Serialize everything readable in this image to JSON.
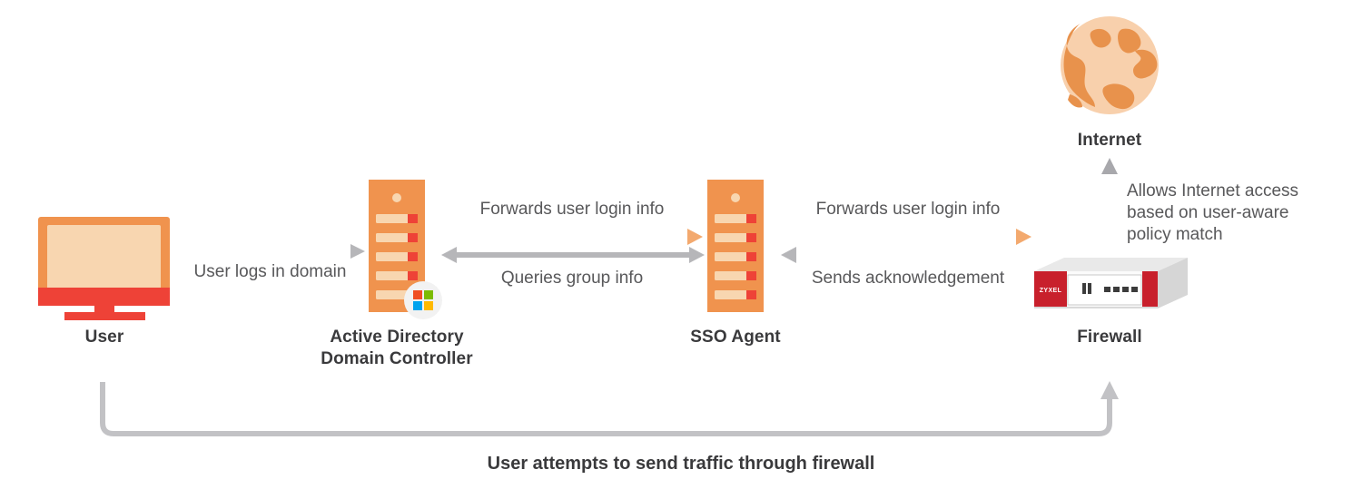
{
  "diagram": {
    "title": "ZyXEL SSO user-aware firewall authentication flow",
    "background_color": "#ffffff",
    "colors": {
      "server_body": "#F0934E",
      "server_bar": "#F8D6B0",
      "server_led": "#EE4237",
      "monitor_bezel": "#F0934E",
      "monitor_screen": "#F8D6B0",
      "monitor_base": "#EE4237",
      "globe_base": "#F8D0AC",
      "globe_land": "#E8924C",
      "arrow_gray": "#AFAFB2",
      "arrow_orange": "#F3A96E",
      "text_dark": "#3a3a3c",
      "text_body": "#58585a",
      "firewall_red": "#C8202C",
      "firewall_body": "#FFFFFF",
      "firewall_top": "#E8E8E8",
      "firewall_side": "#D4D4D4"
    }
  },
  "nodes": [
    {
      "id": "user",
      "label": "User",
      "icon": "monitor-icon"
    },
    {
      "id": "active-directory",
      "label": "Active Directory\nDomain Controller",
      "icon": "server-rack-icon",
      "badge": "microsoft-logo-icon"
    },
    {
      "id": "sso-agent",
      "label": "SSO Agent",
      "icon": "server-rack-icon"
    },
    {
      "id": "firewall",
      "label": "Firewall",
      "icon": "firewall-appliance-icon",
      "brand": "ZYXEL"
    },
    {
      "id": "internet",
      "label": "Internet",
      "icon": "globe-icon"
    }
  ],
  "flows": [
    {
      "id": "user-logs-in",
      "label": "User logs in domain",
      "from": "user",
      "to": "active-directory",
      "direction": "right",
      "color": "gray"
    },
    {
      "id": "ad-forwards-login",
      "label": "Forwards user login info",
      "from": "active-directory",
      "to": "sso-agent",
      "direction": "right",
      "color": "orange"
    },
    {
      "id": "queries-group-info",
      "label": "Queries group info",
      "from": "sso-agent",
      "to": "active-directory",
      "direction": "both",
      "color": "gray"
    },
    {
      "id": "sso-forwards-login",
      "label": "Forwards user login info",
      "from": "sso-agent",
      "to": "firewall",
      "direction": "right",
      "color": "orange"
    },
    {
      "id": "sends-acknowledgement",
      "label": "Sends acknowledgement",
      "from": "firewall",
      "to": "sso-agent",
      "direction": "left",
      "color": "gray"
    },
    {
      "id": "allows-internet-access",
      "label": "Allows Internet access\nbased on user-aware\npolicy match",
      "from": "firewall",
      "to": "internet",
      "direction": "up",
      "color": "gray"
    },
    {
      "id": "user-attempts-traffic",
      "label": "User attempts to send traffic through firewall",
      "from": "user",
      "to": "firewall",
      "direction": "up",
      "color": "gray"
    }
  ]
}
